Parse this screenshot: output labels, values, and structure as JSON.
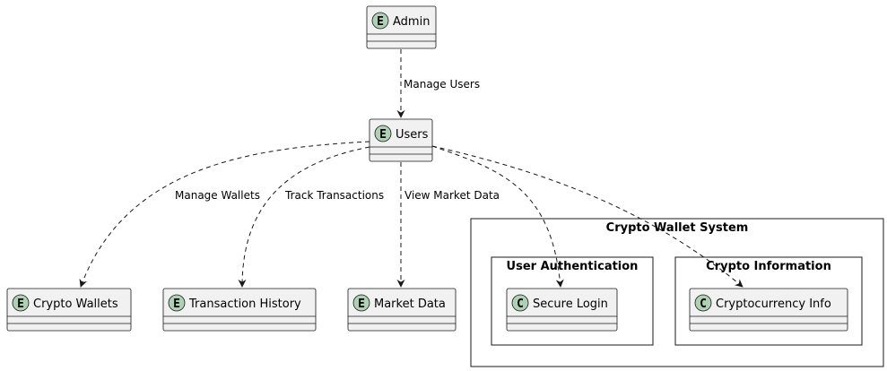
{
  "entities": {
    "admin": {
      "label": "Admin",
      "stereotype": "E"
    },
    "users": {
      "label": "Users",
      "stereotype": "E"
    },
    "crypto_wallets": {
      "label": "Crypto Wallets",
      "stereotype": "E"
    },
    "transaction_history": {
      "label": "Transaction History",
      "stereotype": "E"
    },
    "market_data": {
      "label": "Market Data",
      "stereotype": "E"
    }
  },
  "packages": {
    "system": {
      "title": "Crypto Wallet System"
    },
    "auth": {
      "title": "User Authentication"
    },
    "info": {
      "title": "Crypto Information"
    }
  },
  "classes": {
    "secure_login": {
      "label": "Secure Login",
      "stereotype": "C"
    },
    "crypto_info": {
      "label": "Cryptocurrency Info",
      "stereotype": "C"
    }
  },
  "edges": {
    "manage_users": "Manage Users",
    "manage_wallets": "Manage Wallets",
    "track_transactions": "Track Transactions",
    "view_market_data": "View Market Data"
  },
  "colors": {
    "node_fill": "#F1F1F1",
    "node_border": "#181818",
    "entity_circle": "#ADD1B2",
    "class_circle": "#ADD1B2",
    "edge": "#181818"
  }
}
